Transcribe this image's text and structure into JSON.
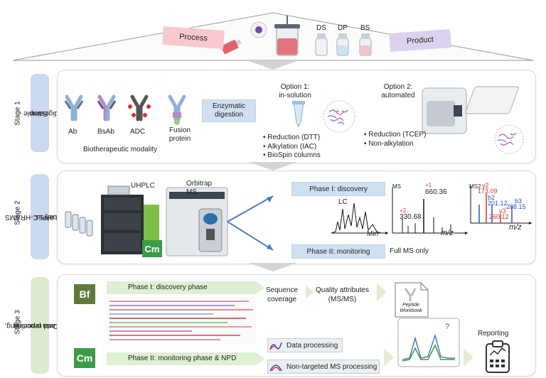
{
  "top": {
    "process_label": "Process",
    "product_label": "Product",
    "vials": [
      "DS",
      "DP",
      "BS"
    ]
  },
  "stage1": {
    "stage_label": "Stage 1",
    "tab_label": [
      "Sample",
      "digestion"
    ],
    "modalities": [
      "Ab",
      "BsAb",
      "ADC",
      "Fusion protein"
    ],
    "modality_caption": "Biotherapeutic modality",
    "enzymatic_label": [
      "Enzymatic",
      "digestion"
    ],
    "option1_title": [
      "Option 1:",
      "in-solution"
    ],
    "option1_bullets": [
      "Reduction (DTT)",
      "Alkylation (IAC)",
      "BioSpin columns"
    ],
    "option2_title": [
      "Option 2:",
      "automated"
    ],
    "option2_bullets": [
      "Reduction (TCEP)",
      "Non-alkylation"
    ]
  },
  "stage2": {
    "stage_label": "Stage 2",
    "tab_label": [
      "UHPLC-HRAMS",
      "analysis"
    ],
    "uhplc_label": "UHPLC",
    "orbitrap_label": [
      "Orbitrap",
      "MS"
    ],
    "cm_label": "Cm",
    "phase1_label": "Phase I: discovery",
    "phase2_label": "Phase II: monitoring",
    "fullms_label": "Full MS only",
    "lc_label": "LC",
    "min_label": "Min",
    "ms_label": "MS",
    "ms2_label": "MS2",
    "mz_label": "m/z",
    "ms_peaks": [
      {
        "charge": "+1",
        "mz": "660.36"
      },
      {
        "charge": "+2",
        "mz": "330.68"
      }
    ],
    "ms2_peaks": [
      {
        "ion": "y2",
        "mz": "173.09"
      },
      {
        "ion": "b2",
        "mz": "201.12"
      },
      {
        "ion": "b3",
        "mz": "288.15"
      },
      {
        "ion": "y3",
        "mz": "260.12"
      }
    ]
  },
  "stage3": {
    "stage_label": "Stage 3",
    "tab_label": [
      "Data processing,",
      "analysis and reporting"
    ],
    "bf_label": "Bf",
    "cm_label": "Cm",
    "phase1_bar": "Phase I: discovery phase",
    "phase2_bar": "Phase II: monitoring phase & NPD",
    "seq_label": [
      "Sequence",
      "coverage"
    ],
    "qa_label": [
      "Quality attributes",
      "(MS/MS)"
    ],
    "workbook_label": [
      "Peptide",
      "Workbook"
    ],
    "data_processing": "Data processing",
    "nontargeted": "Non-targeted MS processing",
    "question_mark": "?",
    "reporting_label": "Reporting"
  },
  "colors": {
    "process_pink": "#f7c9cf",
    "product_purple": "#dcd2ef",
    "stage_blue": "#c9d9ef",
    "stage_green": "#dcebd0",
    "blue_box": "#cfe0f1",
    "arrow_blue": "#4e7bc2",
    "peak_red": "#d9302c",
    "peak_blue": "#2c4fd0"
  }
}
